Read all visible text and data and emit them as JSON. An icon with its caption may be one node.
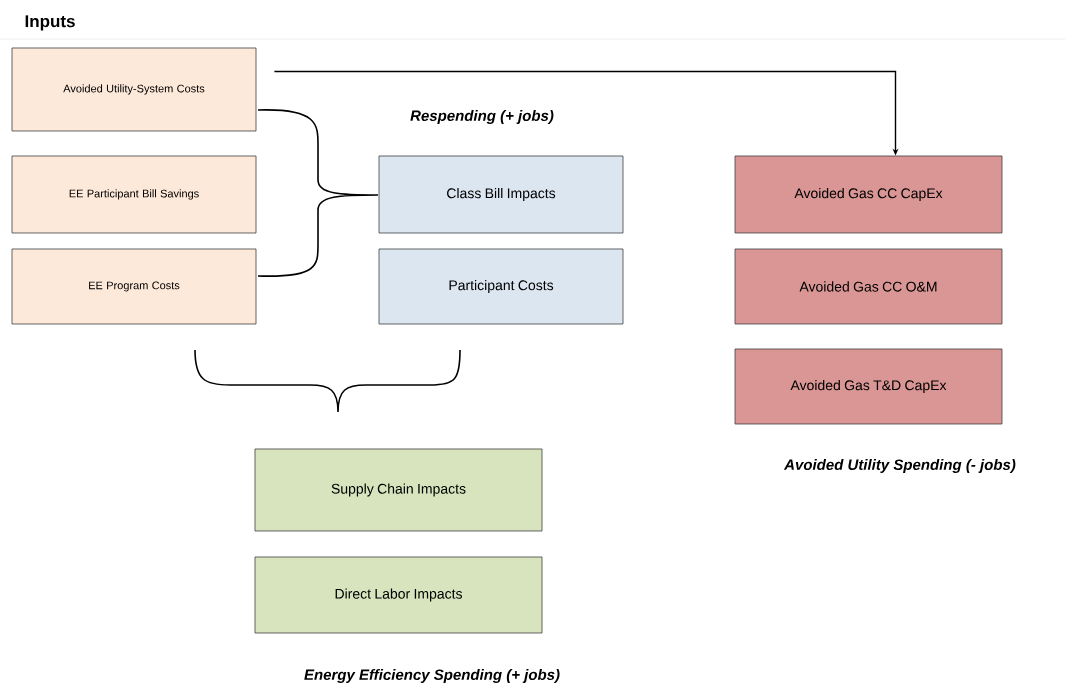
{
  "diagram": {
    "nodes": [
      {
        "text": [
          "Avoided Utility-System Costs"
        ]
      },
      {
        "text": [
          "EE Participant Bill Savings"
        ]
      },
      {
        "text": [
          "EE Program Costs"
        ]
      },
      {
        "text": [
          "Class Bill Impacts"
        ]
      },
      {
        "text": [
          "Participant Costs"
        ]
      },
      {
        "text": [
          "Avoided Gas CC CapEx"
        ]
      },
      {
        "text": [
          "Avoided Gas CC O&M"
        ]
      },
      {
        "text": [
          "Avoided Gas T&D CapEx"
        ]
      },
      {
        "text": [
          "Supply Chain Impacts"
        ]
      },
      {
        "text": [
          "Direct Labor Impacts"
        ]
      }
    ],
    "edges": [
      {
        "from": 0,
        "to": 5,
        "arrow": "to"
      }
    ],
    "labels": [
      "Inputs",
      "Respending (+ jobs)",
      "Avoided Utility Spending (- jobs)",
      "Energy Efficiency Spending (+ jobs)"
    ]
  }
}
